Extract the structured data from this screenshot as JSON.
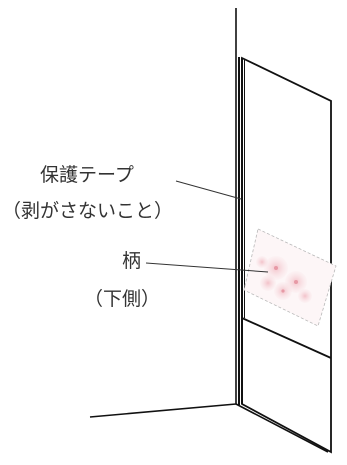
{
  "labels": {
    "protective_tape_line1": "保護テープ",
    "protective_tape_line2": "（剥がさないこと）",
    "pattern_line1": "柄",
    "pattern_line2": "（下側）"
  },
  "colors": {
    "line": "#111111",
    "text": "#333333",
    "pattern_blossom": "#f2bcc4",
    "pattern_outline": "#b8b8b8"
  }
}
